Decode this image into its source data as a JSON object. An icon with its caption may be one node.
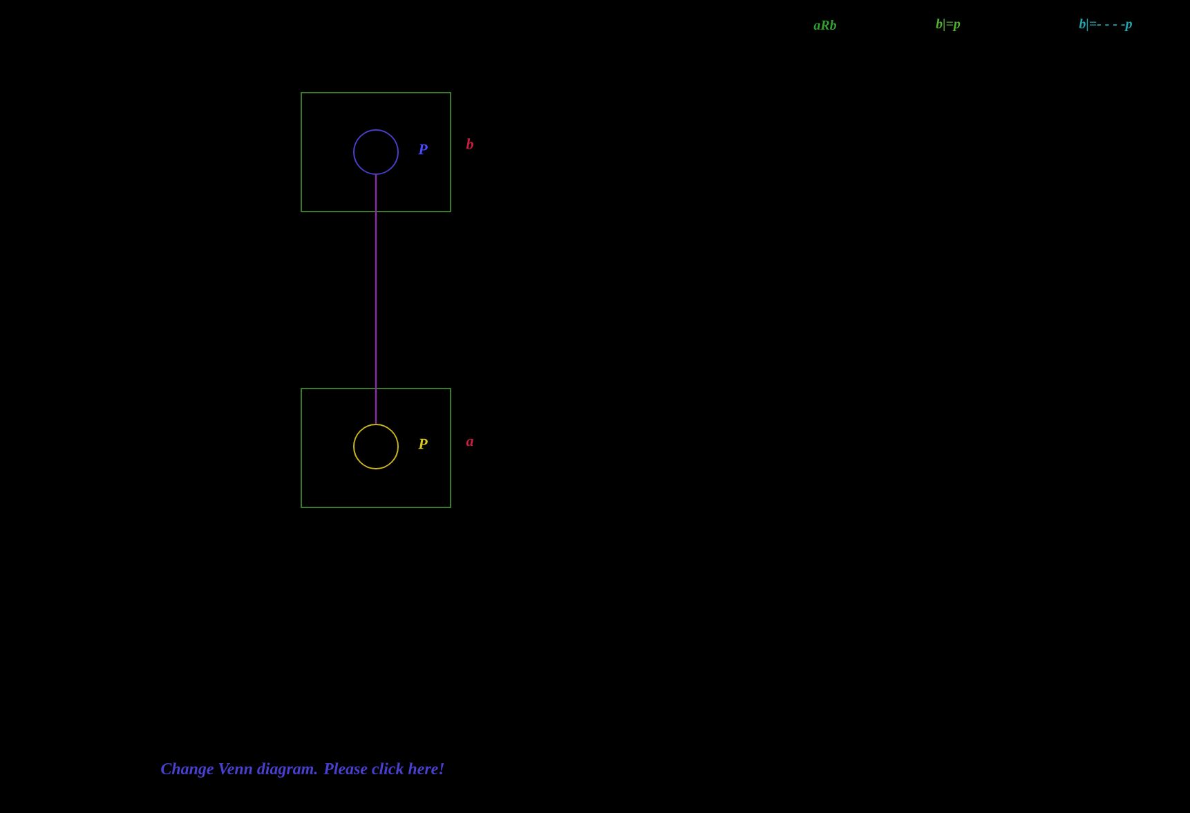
{
  "diagram": {
    "nodes": [
      {
        "text": [],
        "shape": "box",
        "beside": [
          "b"
        ]
      },
      {
        "text": [],
        "shape": "circle",
        "in": 0,
        "beside": [
          "P"
        ]
      },
      {
        "text": [],
        "shape": "box",
        "beside": [
          "a"
        ]
      },
      {
        "text": [],
        "shape": "circle",
        "in": 2,
        "beside": [
          "P"
        ]
      }
    ],
    "edges": [
      {
        "from": 1,
        "to": 3,
        "arrow": "none",
        "color": "#8a2fa8"
      }
    ],
    "labels": [
      "aRb",
      "b|=p",
      "b|=- - - -p",
      "Change Venn diagram. Please click here!"
    ]
  }
}
